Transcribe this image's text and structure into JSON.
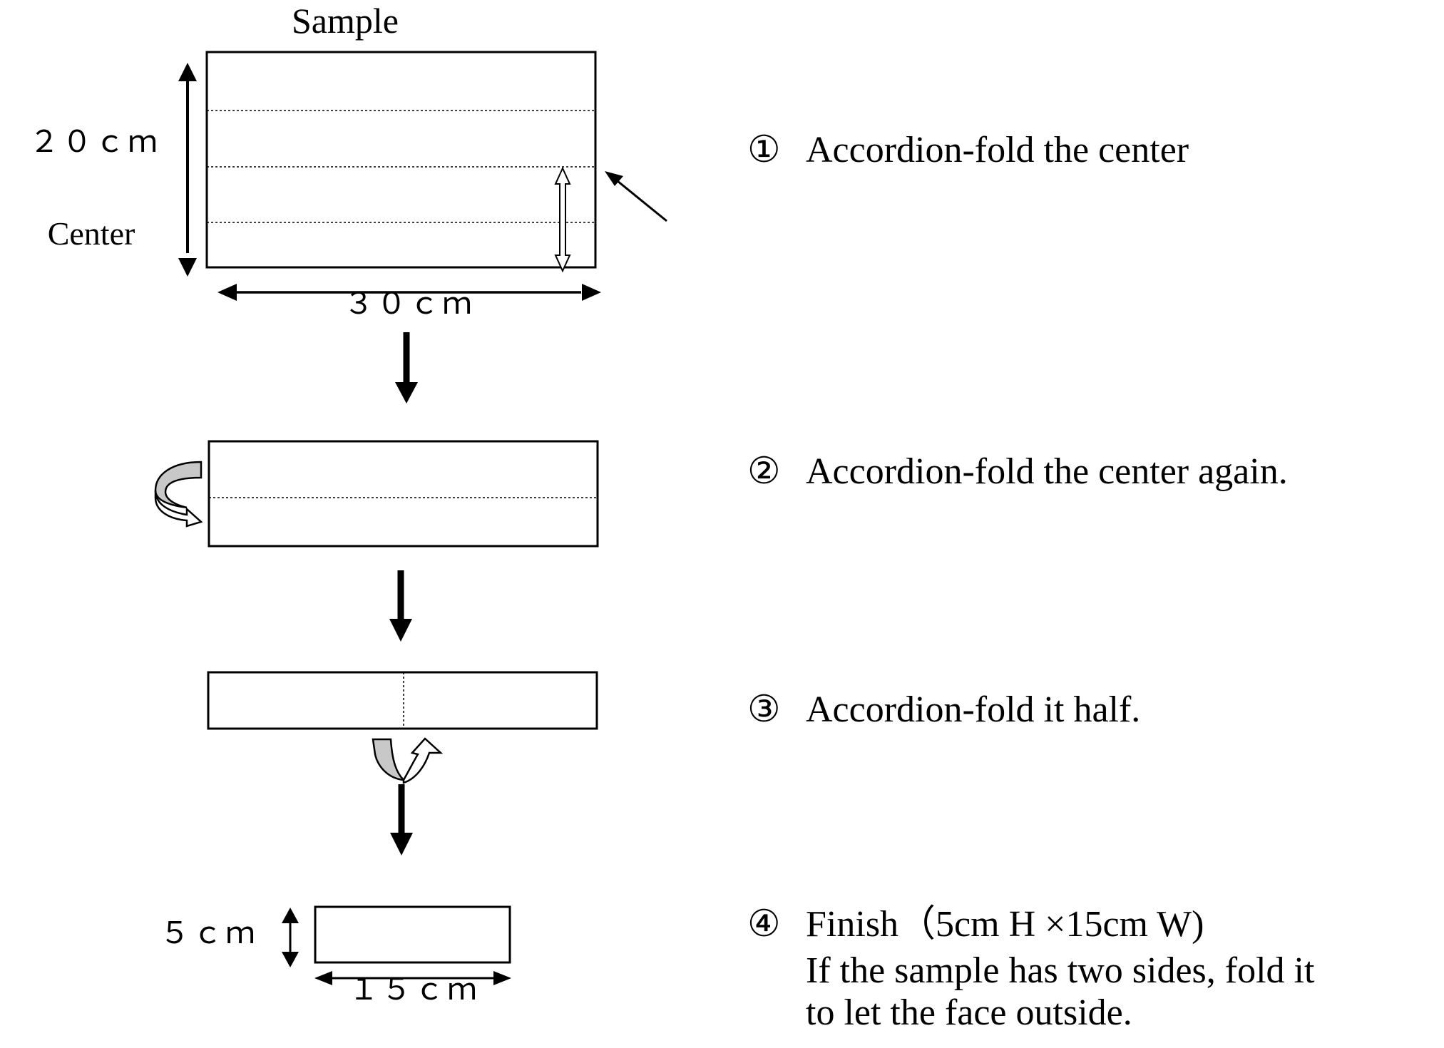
{
  "labels": {
    "sample": "Sample",
    "height_20": "２０ｃｍ",
    "center": "Center",
    "width_30": "３０ｃｍ",
    "height_5": "５ｃｍ",
    "width_15": "１５ｃｍ"
  },
  "steps": [
    {
      "num": "①",
      "text": "Accordion-fold the center"
    },
    {
      "num": "②",
      "text": "Accordion-fold the center again."
    },
    {
      "num": "③",
      "text": "Accordion-fold it half."
    },
    {
      "num": "④",
      "text": "Finish（5cm H  ×15cm W)",
      "lines": [
        "If the sample has two sides, fold it",
        "to let the face outside."
      ]
    }
  ]
}
